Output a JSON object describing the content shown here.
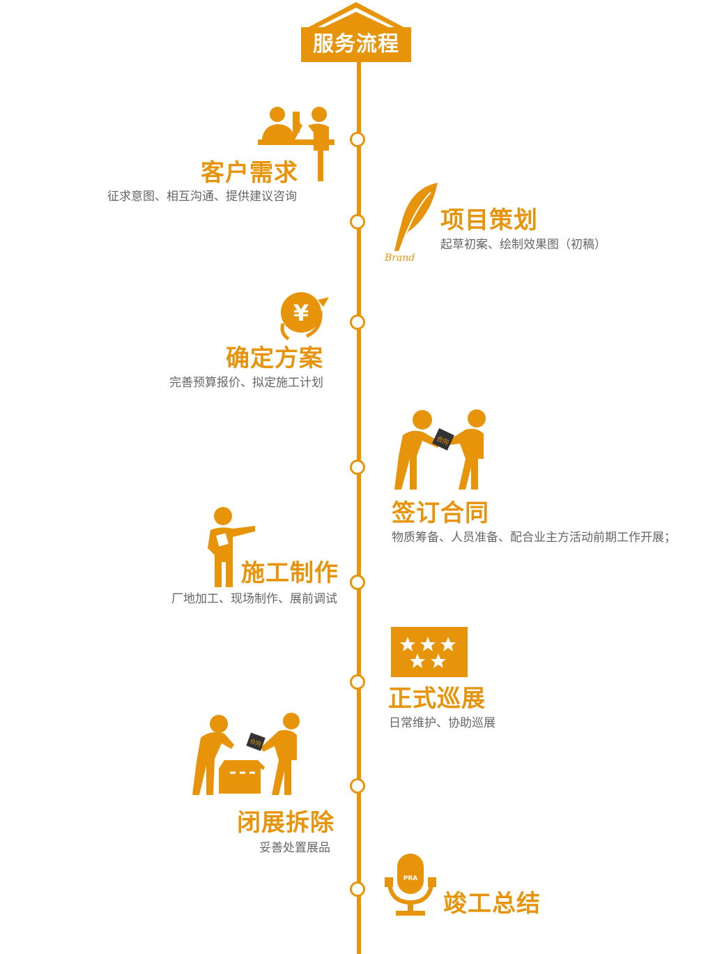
{
  "header": {
    "title": "服务流程"
  },
  "colors": {
    "accent": "#e8940b",
    "text_muted": "#666666"
  },
  "steps": [
    {
      "title": "客户需求",
      "desc": "征求意图、相互沟通、提供建议咨询",
      "icon": "reception-desk-icon"
    },
    {
      "title": "项目策划",
      "desc": "起草初案、绘制效果图（初稿）",
      "icon": "quill-pen-icon",
      "icon_text": "Brand"
    },
    {
      "title": "确定方案",
      "desc": "完善预算报价、拟定施工计划",
      "icon": "yen-coin-icon",
      "icon_text": "¥"
    },
    {
      "title": "签订合同",
      "desc": "物质筹备、人员准备、配合业主方活动前期工作开展；",
      "icon": "contract-handover-icon",
      "icon_text": "合同"
    },
    {
      "title": "施工制作",
      "desc": "厂地加工、现场制作、展前调试",
      "icon": "worker-pointing-icon"
    },
    {
      "title": "正式巡展",
      "desc": "日常维护、协助巡展",
      "icon": "stars-banner-icon"
    },
    {
      "title": "闭展拆除",
      "desc": "妥善处置展品",
      "icon": "packing-box-icon",
      "icon_text": "合同"
    },
    {
      "title": "竣工总结",
      "desc": "",
      "icon": "microphone-icon",
      "icon_text": "PRA"
    }
  ]
}
